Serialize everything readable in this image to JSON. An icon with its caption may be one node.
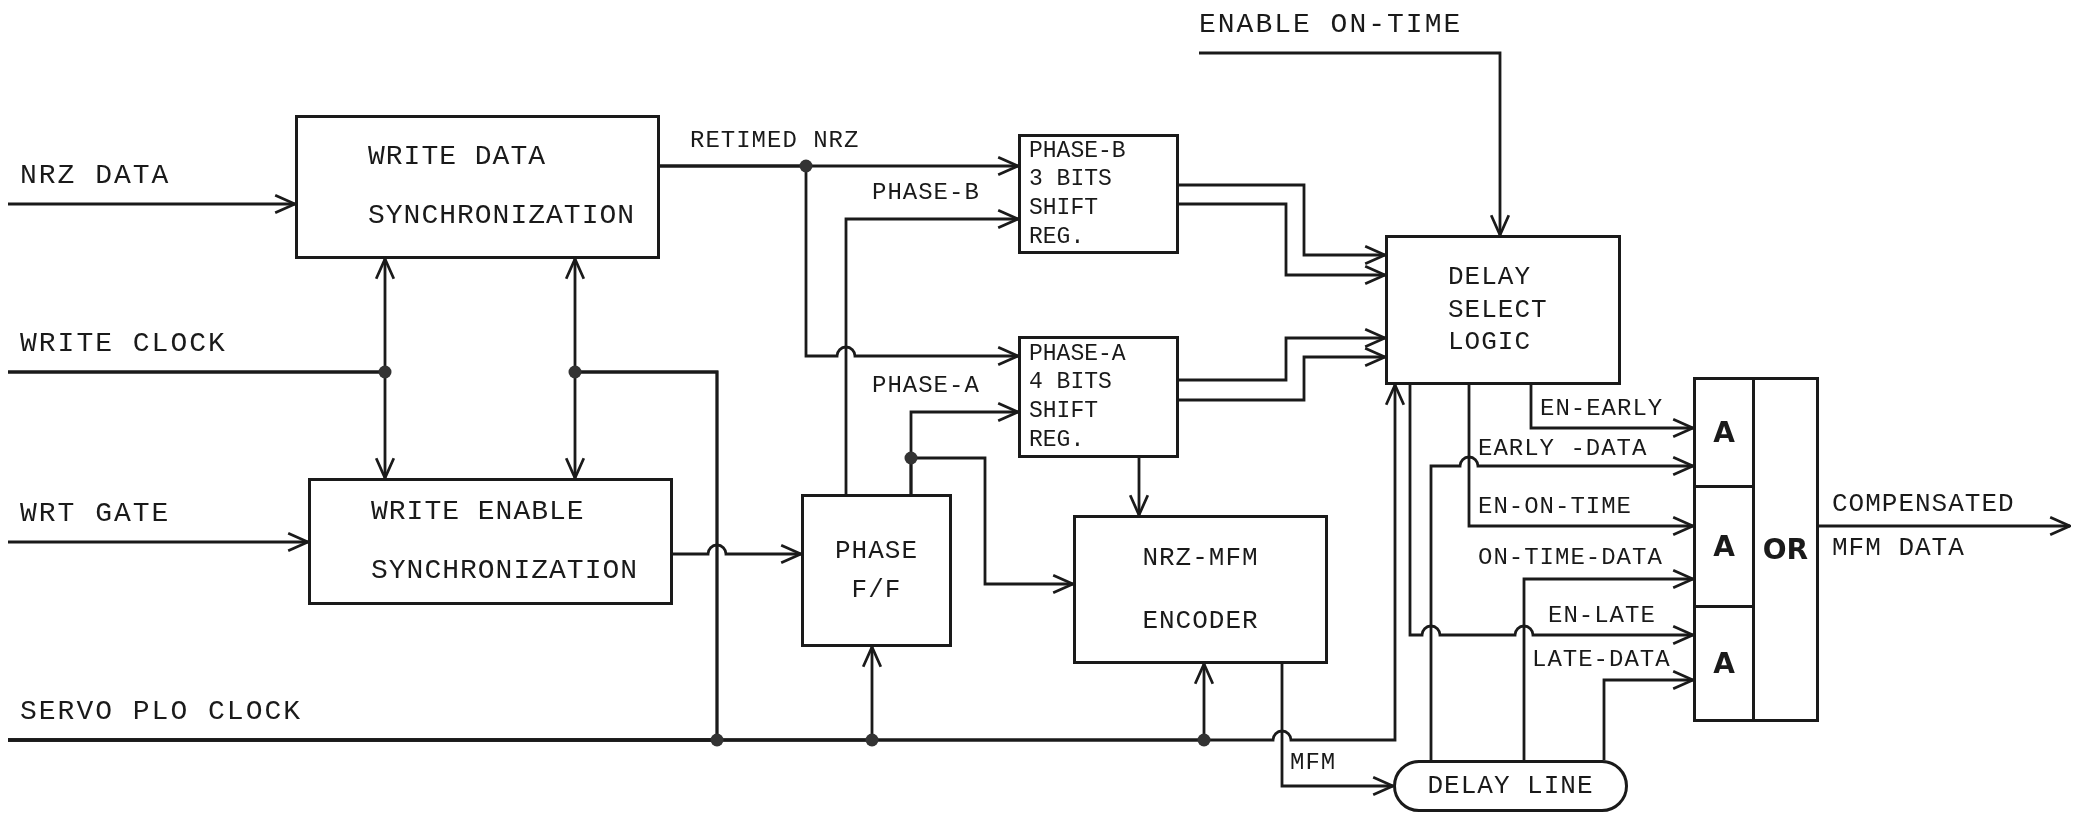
{
  "diagram": {
    "nodes": [
      {
        "text": [
          "NRZ DATA"
        ]
      },
      {
        "text": [
          "WRITE DATA SYNCHRONIZATION"
        ]
      },
      {
        "text": [
          "WRITE CLOCK"
        ]
      },
      {
        "text": [
          "WRT GATE"
        ]
      },
      {
        "text": [
          "WRITE ENABLE SYNCHRONIZATION"
        ]
      },
      {
        "text": [
          "SERVO PLO CLOCK"
        ]
      },
      {
        "text": [
          "ENABLE ON-TIME"
        ]
      },
      {
        "text": [
          "PHASE-B",
          "3 BITS SHIFT REG."
        ]
      },
      {
        "text": [
          "PHASE-A",
          "4 BITS SHIFT REG."
        ]
      },
      {
        "text": [
          "PHASE F/F"
        ]
      },
      {
        "text": [
          "NRZ-MFM ENCODER"
        ]
      },
      {
        "text": [
          "DELAY SELECT LOGIC"
        ]
      },
      {
        "text": [
          "DELAY LINE"
        ]
      },
      {
        "text": [
          "A"
        ]
      },
      {
        "text": [
          "A"
        ]
      },
      {
        "text": [
          "A"
        ]
      },
      {
        "text": [
          "OR"
        ]
      }
    ],
    "edges": [
      {
        "from": 0,
        "to": 1,
        "arrow": "to"
      },
      {
        "from": 2,
        "to": 1,
        "arrow": "to"
      },
      {
        "from": 2,
        "to": 4,
        "arrow": "to"
      },
      {
        "from": 3,
        "to": 4,
        "arrow": "to"
      },
      {
        "from": 5,
        "to": 1,
        "arrow": "to"
      },
      {
        "from": 5,
        "to": 4,
        "arrow": "to"
      },
      {
        "from": 1,
        "to": 7,
        "arrow": "to",
        "label": "RETIMED NRZ"
      },
      {
        "from": 1,
        "to": 8,
        "arrow": "to"
      },
      {
        "from": 4,
        "to": 9,
        "arrow": "to"
      },
      {
        "from": 9,
        "to": 7,
        "arrow": "to",
        "label": "PHASE-B"
      },
      {
        "from": 9,
        "to": 8,
        "arrow": "to",
        "label": "PHASE-A"
      },
      {
        "from": 9,
        "to": 10,
        "arrow": "to"
      },
      {
        "from": 5,
        "to": 9,
        "arrow": "to"
      },
      {
        "from": 5,
        "to": 10,
        "arrow": "to"
      },
      {
        "from": 5,
        "to": 11,
        "arrow": "to"
      },
      {
        "from": 7,
        "to": 11,
        "arrow": "to"
      },
      {
        "from": 7,
        "to": 11,
        "arrow": "to"
      },
      {
        "from": 8,
        "to": 11,
        "arrow": "to"
      },
      {
        "from": 8,
        "to": 11,
        "arrow": "to"
      },
      {
        "from": 8,
        "to": 10,
        "arrow": "to"
      },
      {
        "from": 6,
        "to": 11,
        "arrow": "to"
      },
      {
        "from": 10,
        "to": 12,
        "arrow": "to",
        "label": "MFM"
      },
      {
        "from": 11,
        "to": 13,
        "arrow": "to",
        "label": "EN-EARLY"
      },
      {
        "from": 12,
        "to": 13,
        "arrow": "to",
        "label": "EARLY -DATA"
      },
      {
        "from": 11,
        "to": 14,
        "arrow": "to",
        "label": "EN-ON-TIME"
      },
      {
        "from": 12,
        "to": 14,
        "arrow": "to",
        "label": "ON-TIME-DATA"
      },
      {
        "from": 11,
        "to": 15,
        "arrow": "to",
        "label": "EN-LATE"
      },
      {
        "from": 12,
        "to": 15,
        "arrow": "to",
        "label": "LATE-DATA"
      },
      {
        "from": 16,
        "to": null,
        "arrow": "to",
        "label": "COMPENSATED MFM DATA"
      }
    ]
  }
}
